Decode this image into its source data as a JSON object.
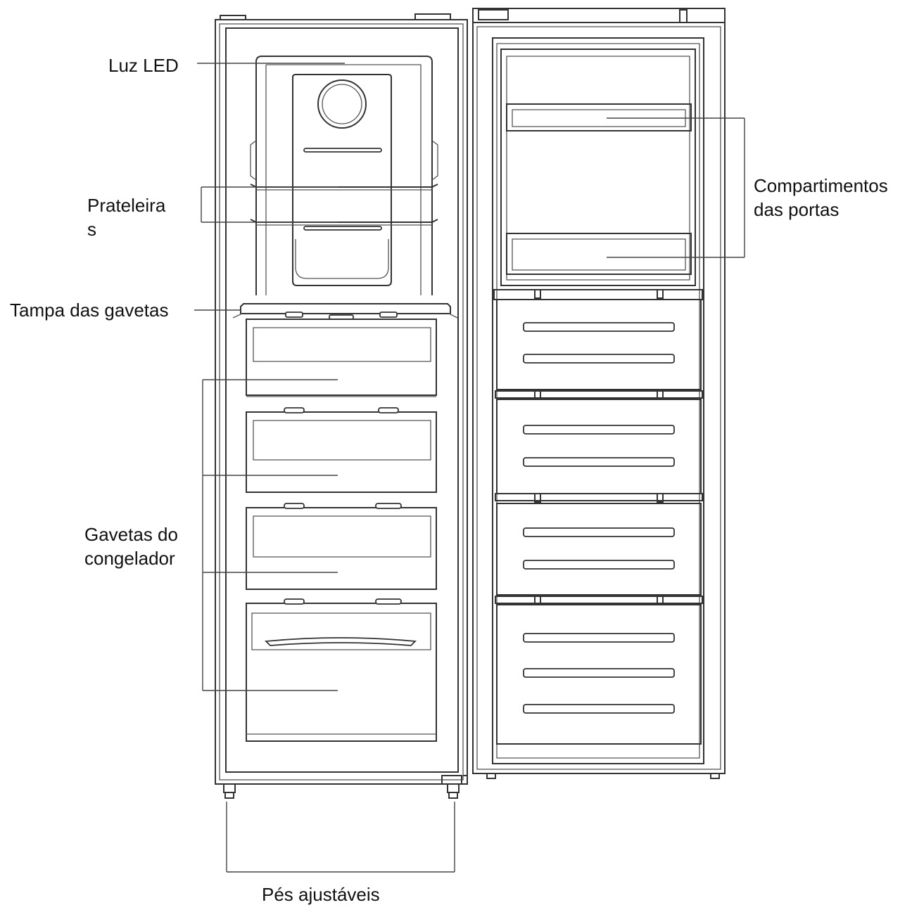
{
  "labels": {
    "luz_led": "Luz LED",
    "prateleiras_line1": "Prateleira",
    "prateleiras_line2": "s",
    "tampa_gavetas": "Tampa das gavetas",
    "gavetas_line1": "Gavetas do",
    "gavetas_line2": "congelador",
    "compartimentos_line1": "Compartimentos",
    "compartimentos_line2": "das portas",
    "pes": "Pés ajustáveis"
  },
  "colors": {
    "line": "#333333",
    "text": "#111111",
    "background": "#ffffff"
  }
}
